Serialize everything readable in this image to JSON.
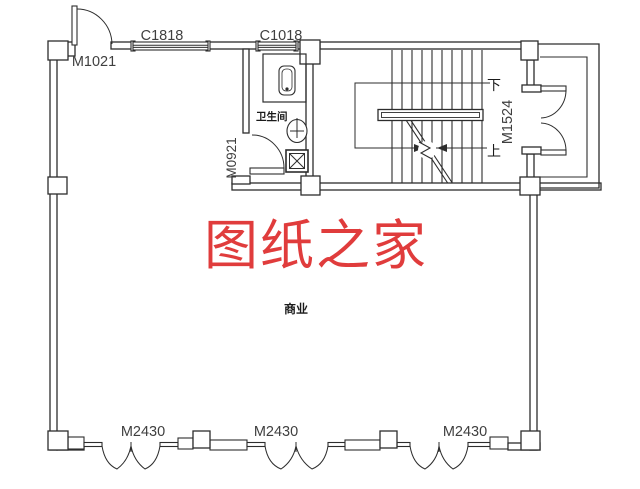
{
  "watermark": {
    "text": "图纸之家",
    "color": "#e03c3c"
  },
  "rooms": {
    "main": "商业",
    "bathroom": "卫生间"
  },
  "stairs": {
    "down": "下",
    "up": "上"
  },
  "doors": {
    "top_left": "M1021",
    "bathroom": "M0921",
    "stair": "M1524",
    "storefront_1": "M2430",
    "storefront_2": "M2430",
    "storefront_3": "M2430"
  },
  "windows": {
    "top_1": "C1818",
    "top_2": "C1018"
  },
  "colors": {
    "line": "#2d2d2d",
    "label": "#3f3f3f",
    "watermark_red": "#e03c3c",
    "background": "#ffffff"
  }
}
